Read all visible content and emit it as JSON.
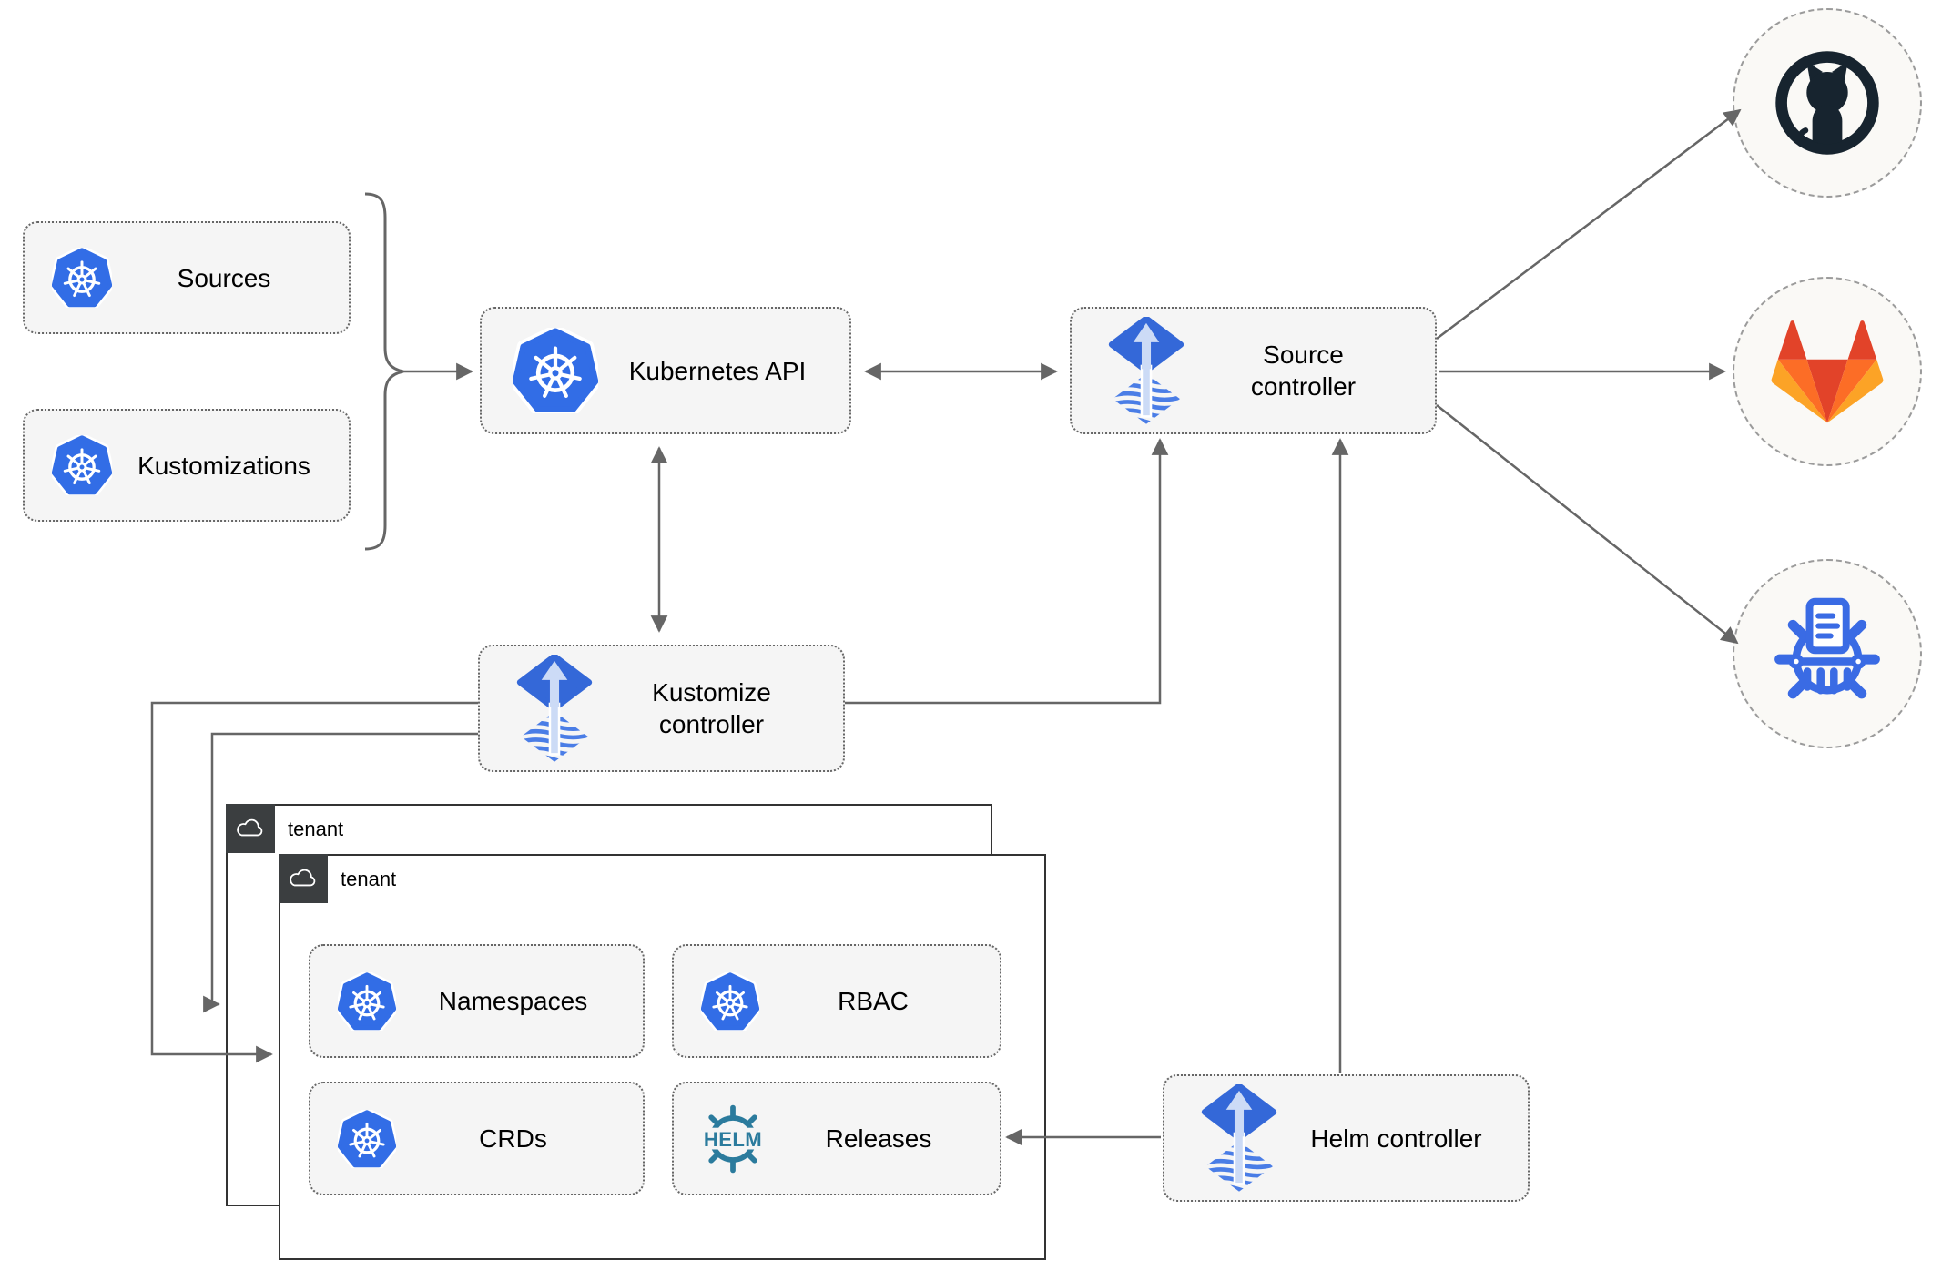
{
  "nodes": {
    "sources": {
      "label": "Sources"
    },
    "kustomizations": {
      "label": "Kustomizations"
    },
    "kubernetes_api": {
      "label": "Kubernetes API"
    },
    "source_controller": {
      "label": "Source controller"
    },
    "kustomize_controller": {
      "label": "Kustomize controller"
    },
    "helm_controller": {
      "label": "Helm controller"
    },
    "tenant_back": {
      "label": "tenant"
    },
    "tenant_front": {
      "label": "tenant"
    },
    "namespaces": {
      "label": "Namespaces"
    },
    "rbac": {
      "label": "RBAC"
    },
    "crds": {
      "label": "CRDs"
    },
    "releases": {
      "label": "Releases"
    }
  },
  "icons": {
    "helm_wordmark": "HELM",
    "kubernetes": "kubernetes-logo",
    "flux": "flux-logo",
    "github": "github-logo",
    "gitlab": "gitlab-logo",
    "helm_repository": "chartmuseum-logo",
    "cloud": "cloud-icon"
  },
  "colors": {
    "connector": "#666666",
    "node_fill": "#f5f5f5",
    "node_border": "#666666",
    "tenant_border": "#333333",
    "tenant_tab": "#3b3e40",
    "kubernetes_blue": "#326de6",
    "flux_blue": "#3468d8",
    "flux_wave_blue": "#4a7de6",
    "flux_arrow_light": "#ccdbf6",
    "helm_teal": "#2b7b9d",
    "github_dark": "#17242f",
    "gitlab_red": "#e24329",
    "gitlab_orange": "#fc6d26",
    "gitlab_amber": "#fca326",
    "chartmuseum_blue": "#3a6be4"
  }
}
